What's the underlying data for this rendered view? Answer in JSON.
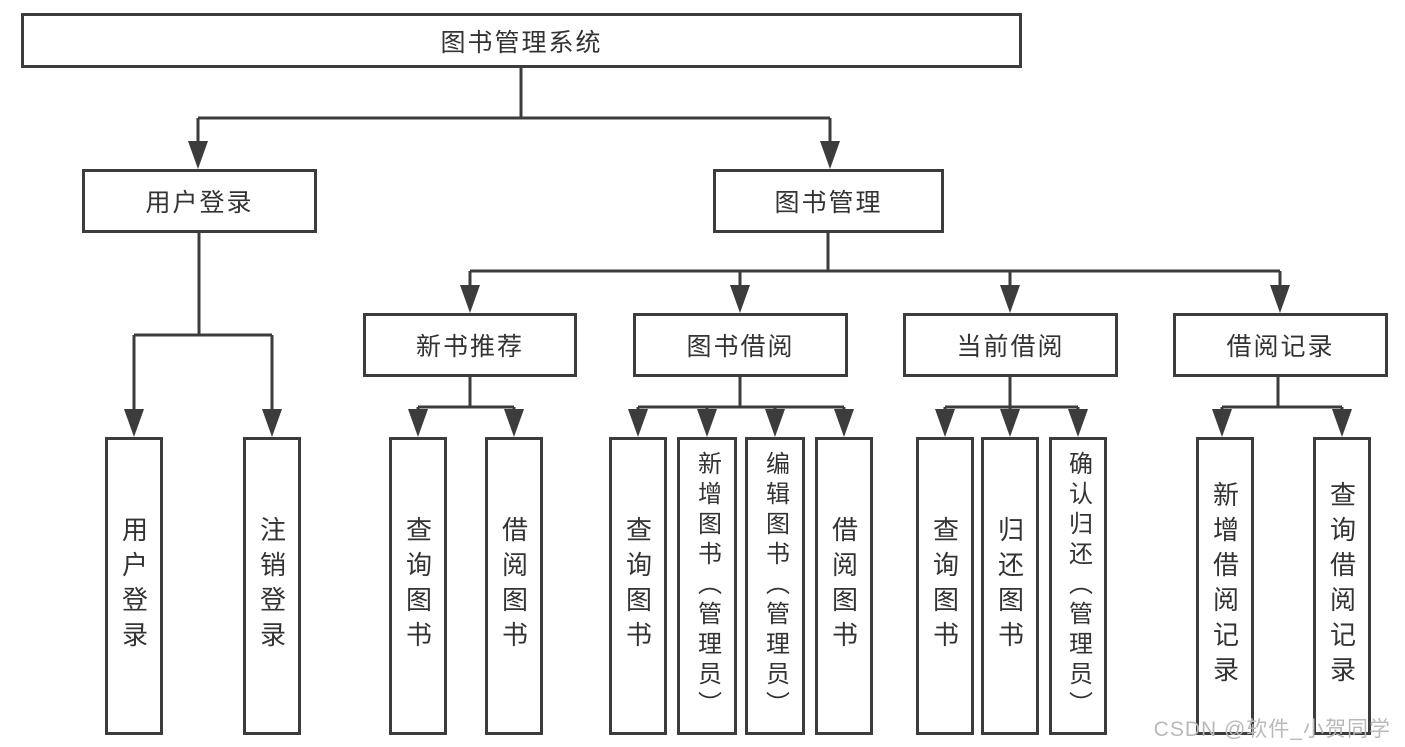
{
  "colors": {
    "background": "#ffffff",
    "line": "#3c3c3c",
    "box_border": "#3c3c3c",
    "box_fill": "#ffffff",
    "text": "#333333",
    "watermark": "#b9b9b9"
  },
  "watermark": "CSDN @软件_小贺同学",
  "tree": {
    "root": {
      "label": "图书管理系统"
    },
    "branches": [
      {
        "label": "用户登录",
        "children": [
          {
            "label": "用户登录"
          },
          {
            "label": "注销登录"
          }
        ]
      },
      {
        "label": "图书管理",
        "groups": [
          {
            "label": "新书推荐",
            "children": [
              {
                "label": "查询图书"
              },
              {
                "label": "借阅图书"
              }
            ]
          },
          {
            "label": "图书借阅",
            "children": [
              {
                "label": "查询图书"
              },
              {
                "label": "新增图书（管理员）"
              },
              {
                "label": "编辑图书（管理员）"
              },
              {
                "label": "借阅图书"
              }
            ]
          },
          {
            "label": "当前借阅",
            "children": [
              {
                "label": "查询图书"
              },
              {
                "label": "归还图书"
              },
              {
                "label": "确认归还（管理员）"
              }
            ]
          },
          {
            "label": "借阅记录",
            "children": [
              {
                "label": "新增借阅记录"
              },
              {
                "label": "查询借阅记录"
              }
            ]
          }
        ]
      }
    ]
  }
}
